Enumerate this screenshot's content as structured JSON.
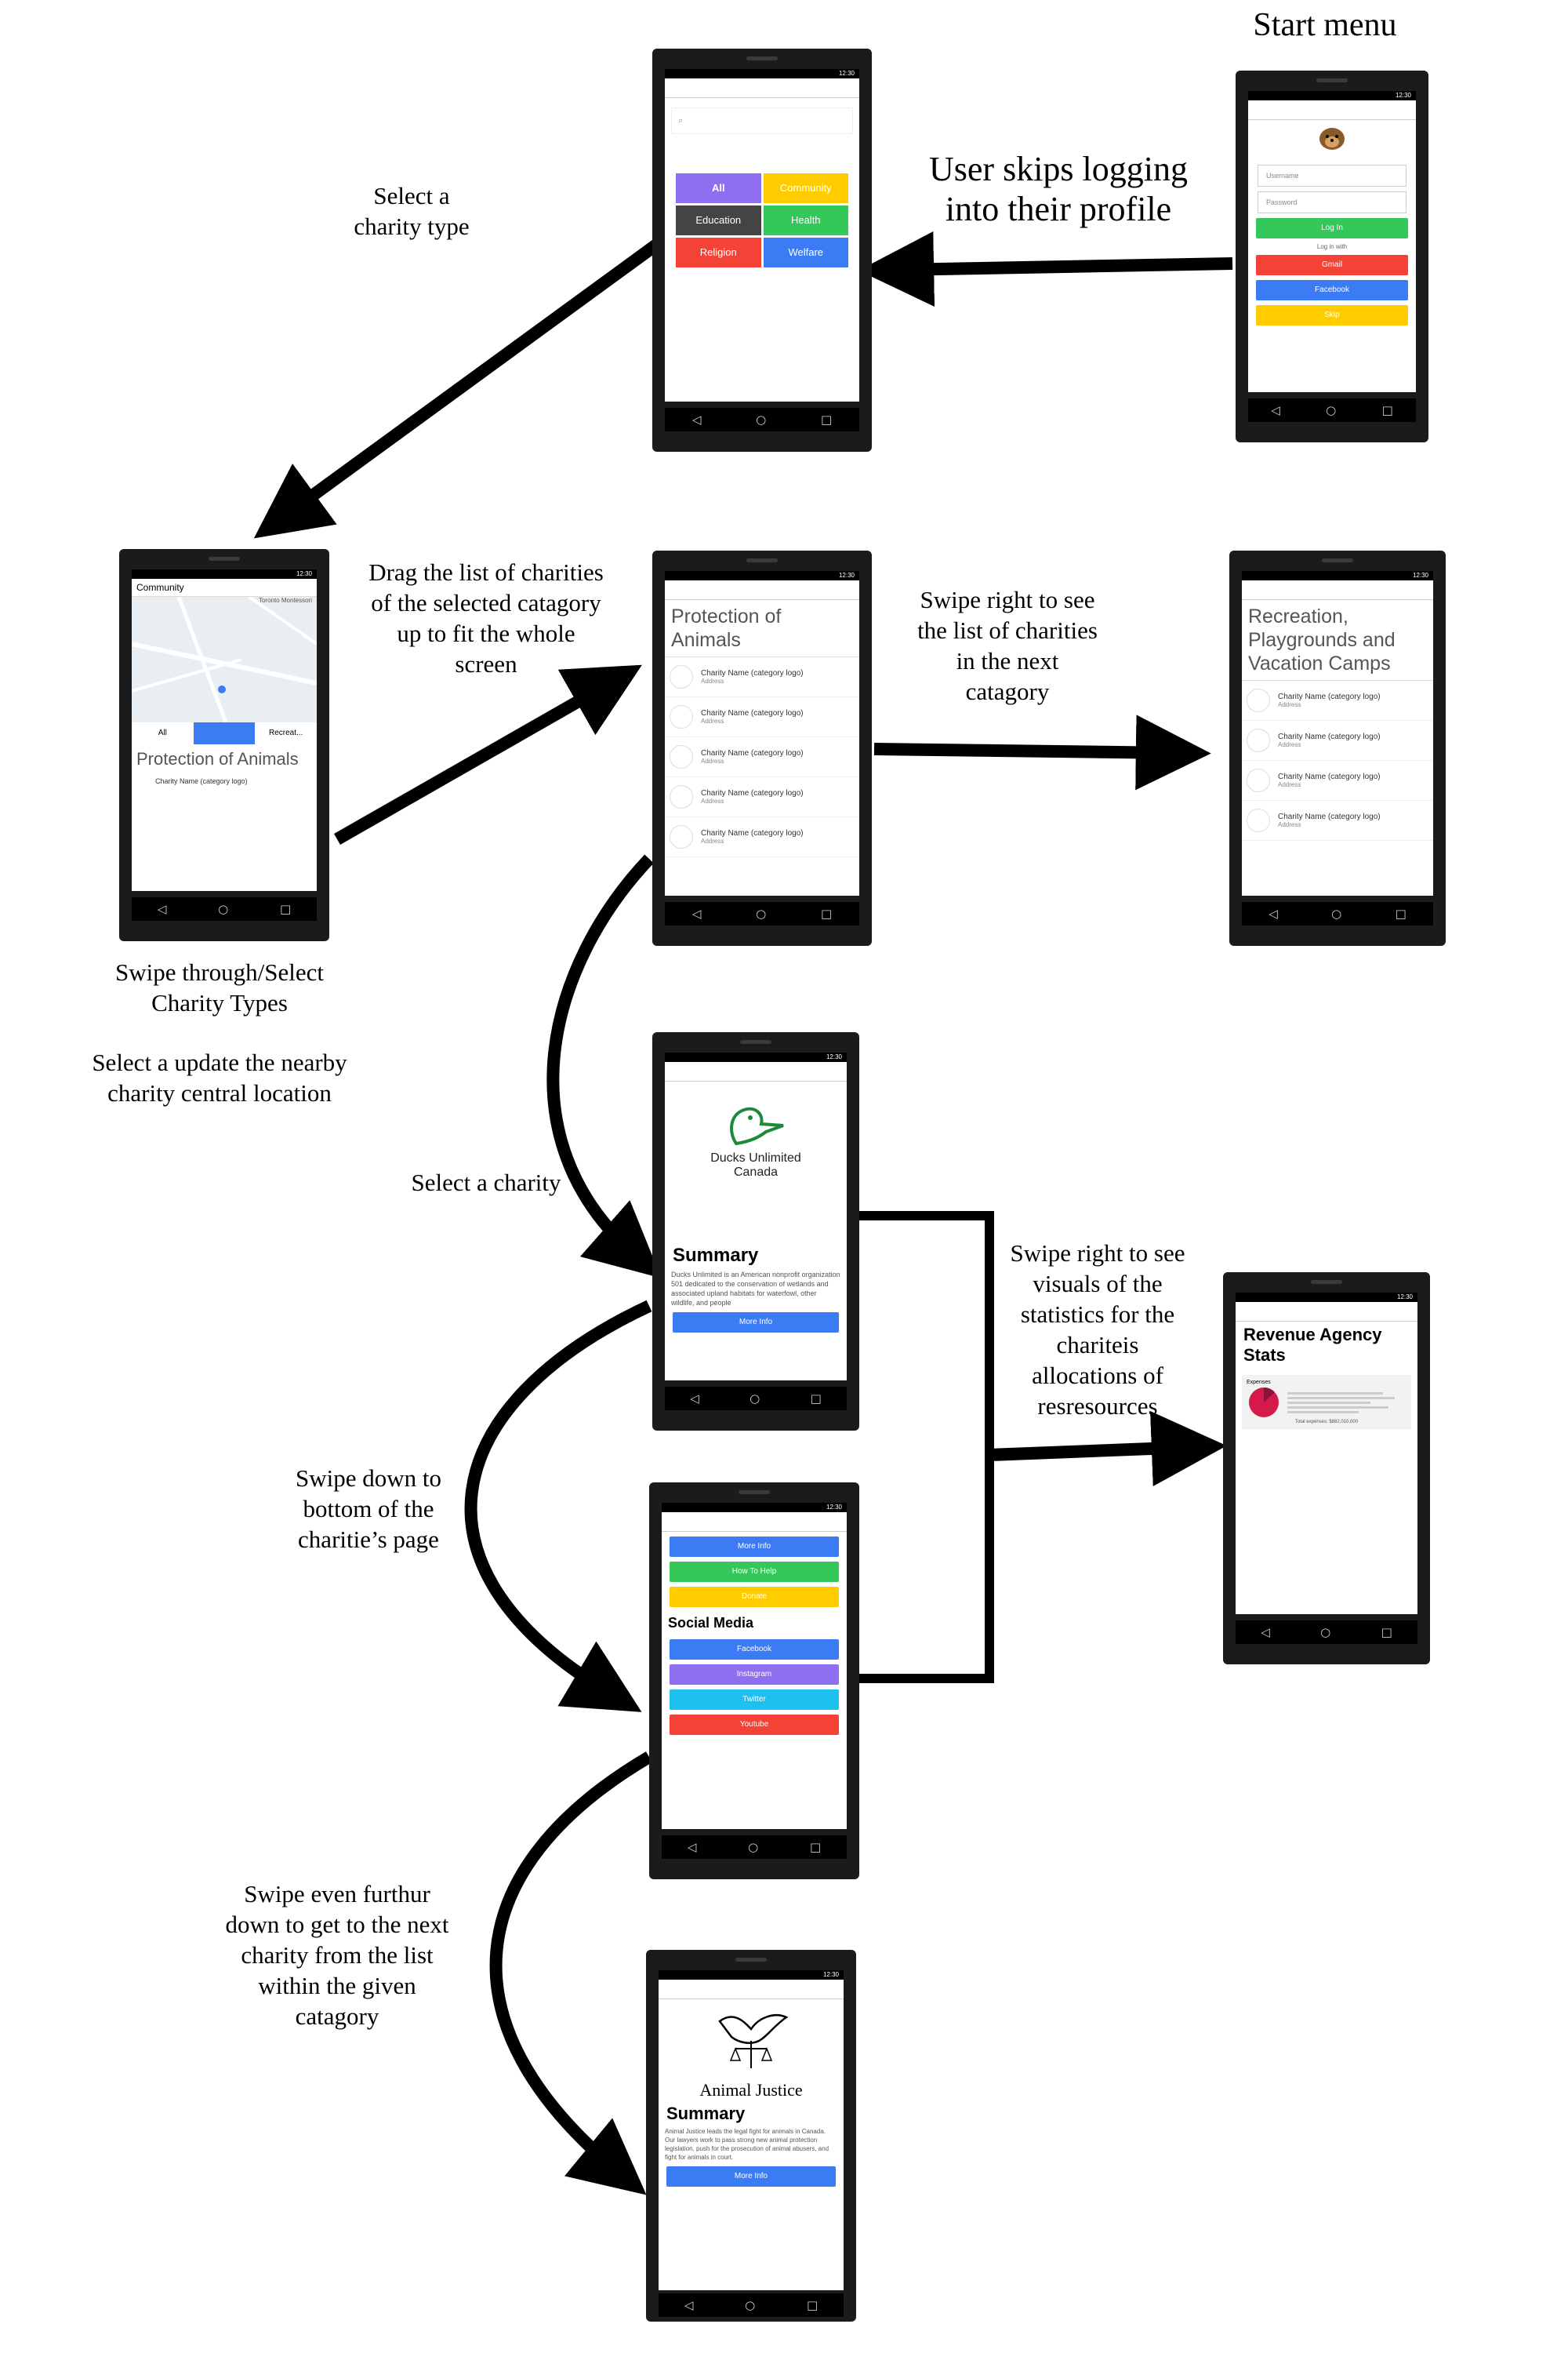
{
  "captions": {
    "start_menu": "Start menu",
    "skip_login": "User skips logging\ninto their profile",
    "select_type": "Select a\ncharity type",
    "drag_list": "Drag the list of charities\nof the selected catagory\nup to fit the whole\nscreen",
    "swipe_right_list": "Swipe right to see\nthe list of charities\nin the next\ncatagory",
    "swipe_through": "Swipe through/Select\nCharity Types",
    "update_location": "Select a update the nearby\ncharity central location",
    "select_charity": "Select a charity",
    "swipe_right_stats": "Swipe right to see\nvisuals of the\nstatistics for the\ncharitеis\nallocations of\nresresources",
    "swipe_down": "Swipe down to\nbottom of the\ncharitie’s page",
    "swipe_further": "Swipe even furthur\ndown to get to the next\ncharity from the list\nwithin the given\ncatagory"
  },
  "phone": {
    "time": "12:30",
    "nav_back": "◁",
    "nav_home": "○",
    "nav_recent": "□"
  },
  "login_screen": {
    "username_placeholder": "Username",
    "password_placeholder": "Password",
    "login_label": "Log In",
    "login_with_label": "Log in with",
    "gmail_label": "Gmail",
    "facebook_label": "Facebook",
    "skip_label": "Skip"
  },
  "categories_screen": {
    "search_icon": "search-icon",
    "all": "All",
    "community": "Community",
    "education": "Education",
    "health": "Health",
    "religion": "Religion",
    "welfare": "Welfare"
  },
  "map_screen": {
    "title": "Community",
    "map_label": "Toronto Montessori",
    "tab_all": "All",
    "tab_recreation": "Recreat...",
    "category_title": "Protection of Animals",
    "first_item": "Charity Name (category logo)"
  },
  "list_animals": {
    "title": "Protection of Animals",
    "item_name": "Charity Name (category logo)",
    "item_address": "Address"
  },
  "list_recreation": {
    "title": "Recreation, Playgrounds and Vacation Camps",
    "item_name": "Charity Name (category logo)",
    "item_address": "Address"
  },
  "ducks_screen": {
    "logo_line1": "Ducks Unlimited",
    "logo_line2": "Canada",
    "summary_heading": "Summary",
    "summary_text": "Ducks Unlimited is an American nonprofit organization 501 dedicated to the conservation of wetlands and associated upland habitats for waterfowl, other wildlife, and people",
    "more_info": "More Info"
  },
  "bottom_screen": {
    "more_info": "More Info",
    "how_to_help": "How To Help",
    "donate": "Donate",
    "social_heading": "Social Media",
    "facebook": "Facebook",
    "instagram": "Instagram",
    "twitter": "Twitter",
    "youtube": "Youtube"
  },
  "stats_screen": {
    "title": "Revenue Agency Stats",
    "chart_label": "Expenses",
    "total_label": "Total expenses: $882,010,000"
  },
  "justice_screen": {
    "logo_text": "Animal Justice",
    "summary_heading": "Summary",
    "summary_text": "Animal Justice leads the legal fight for animals in Canada. Our lawyers work to pass strong new animal protection legislation, push for the prosecution of animal abusers, and fight for animals in court.",
    "more_info": "More Info"
  },
  "colors": {
    "green": "#34c759",
    "red": "#f44336",
    "blue": "#3b7cf5",
    "yellow": "#ffcc00",
    "purple": "#8e6ff0",
    "dark": "#444444",
    "cyan": "#1ec0ef"
  }
}
